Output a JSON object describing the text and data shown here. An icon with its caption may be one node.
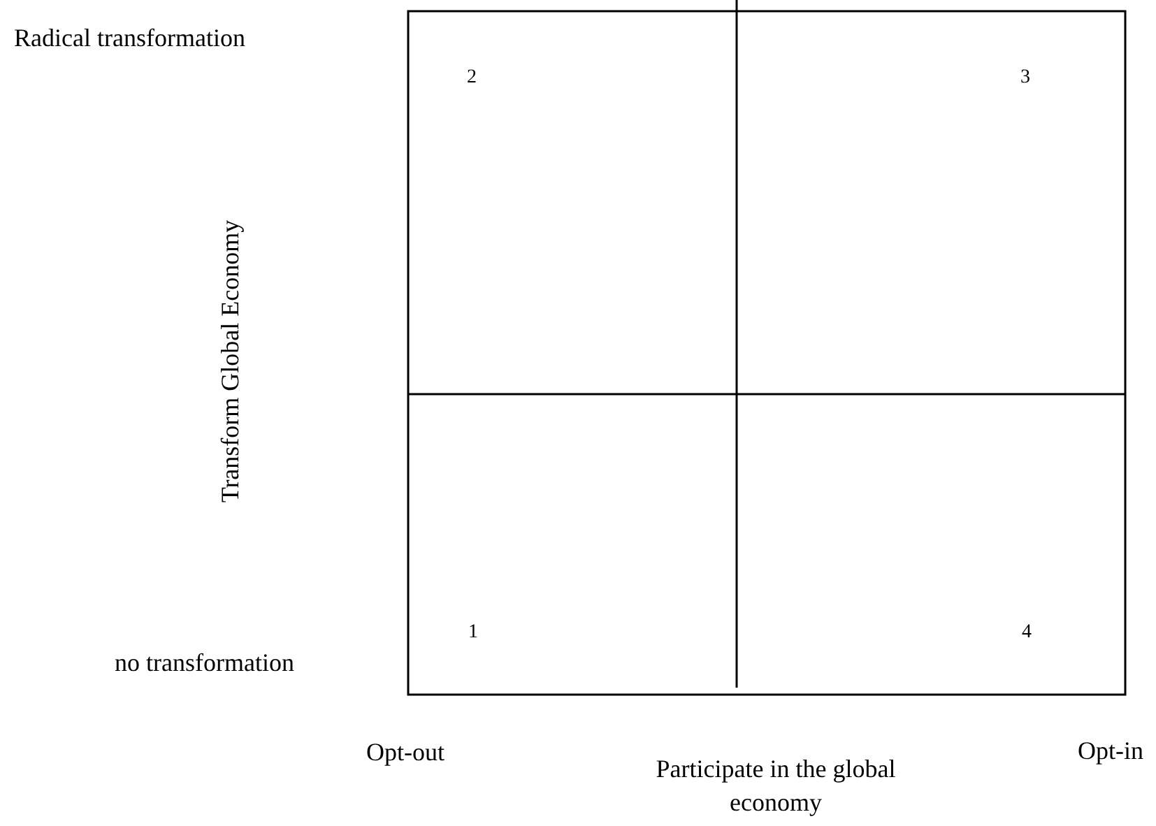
{
  "diagram": {
    "labels": [
      "Radical transformation",
      "2",
      "3",
      "Transform Global Economy",
      "1",
      "4",
      "no transformation",
      "Opt-out",
      "Participate in the global economy",
      "Opt-in"
    ]
  }
}
